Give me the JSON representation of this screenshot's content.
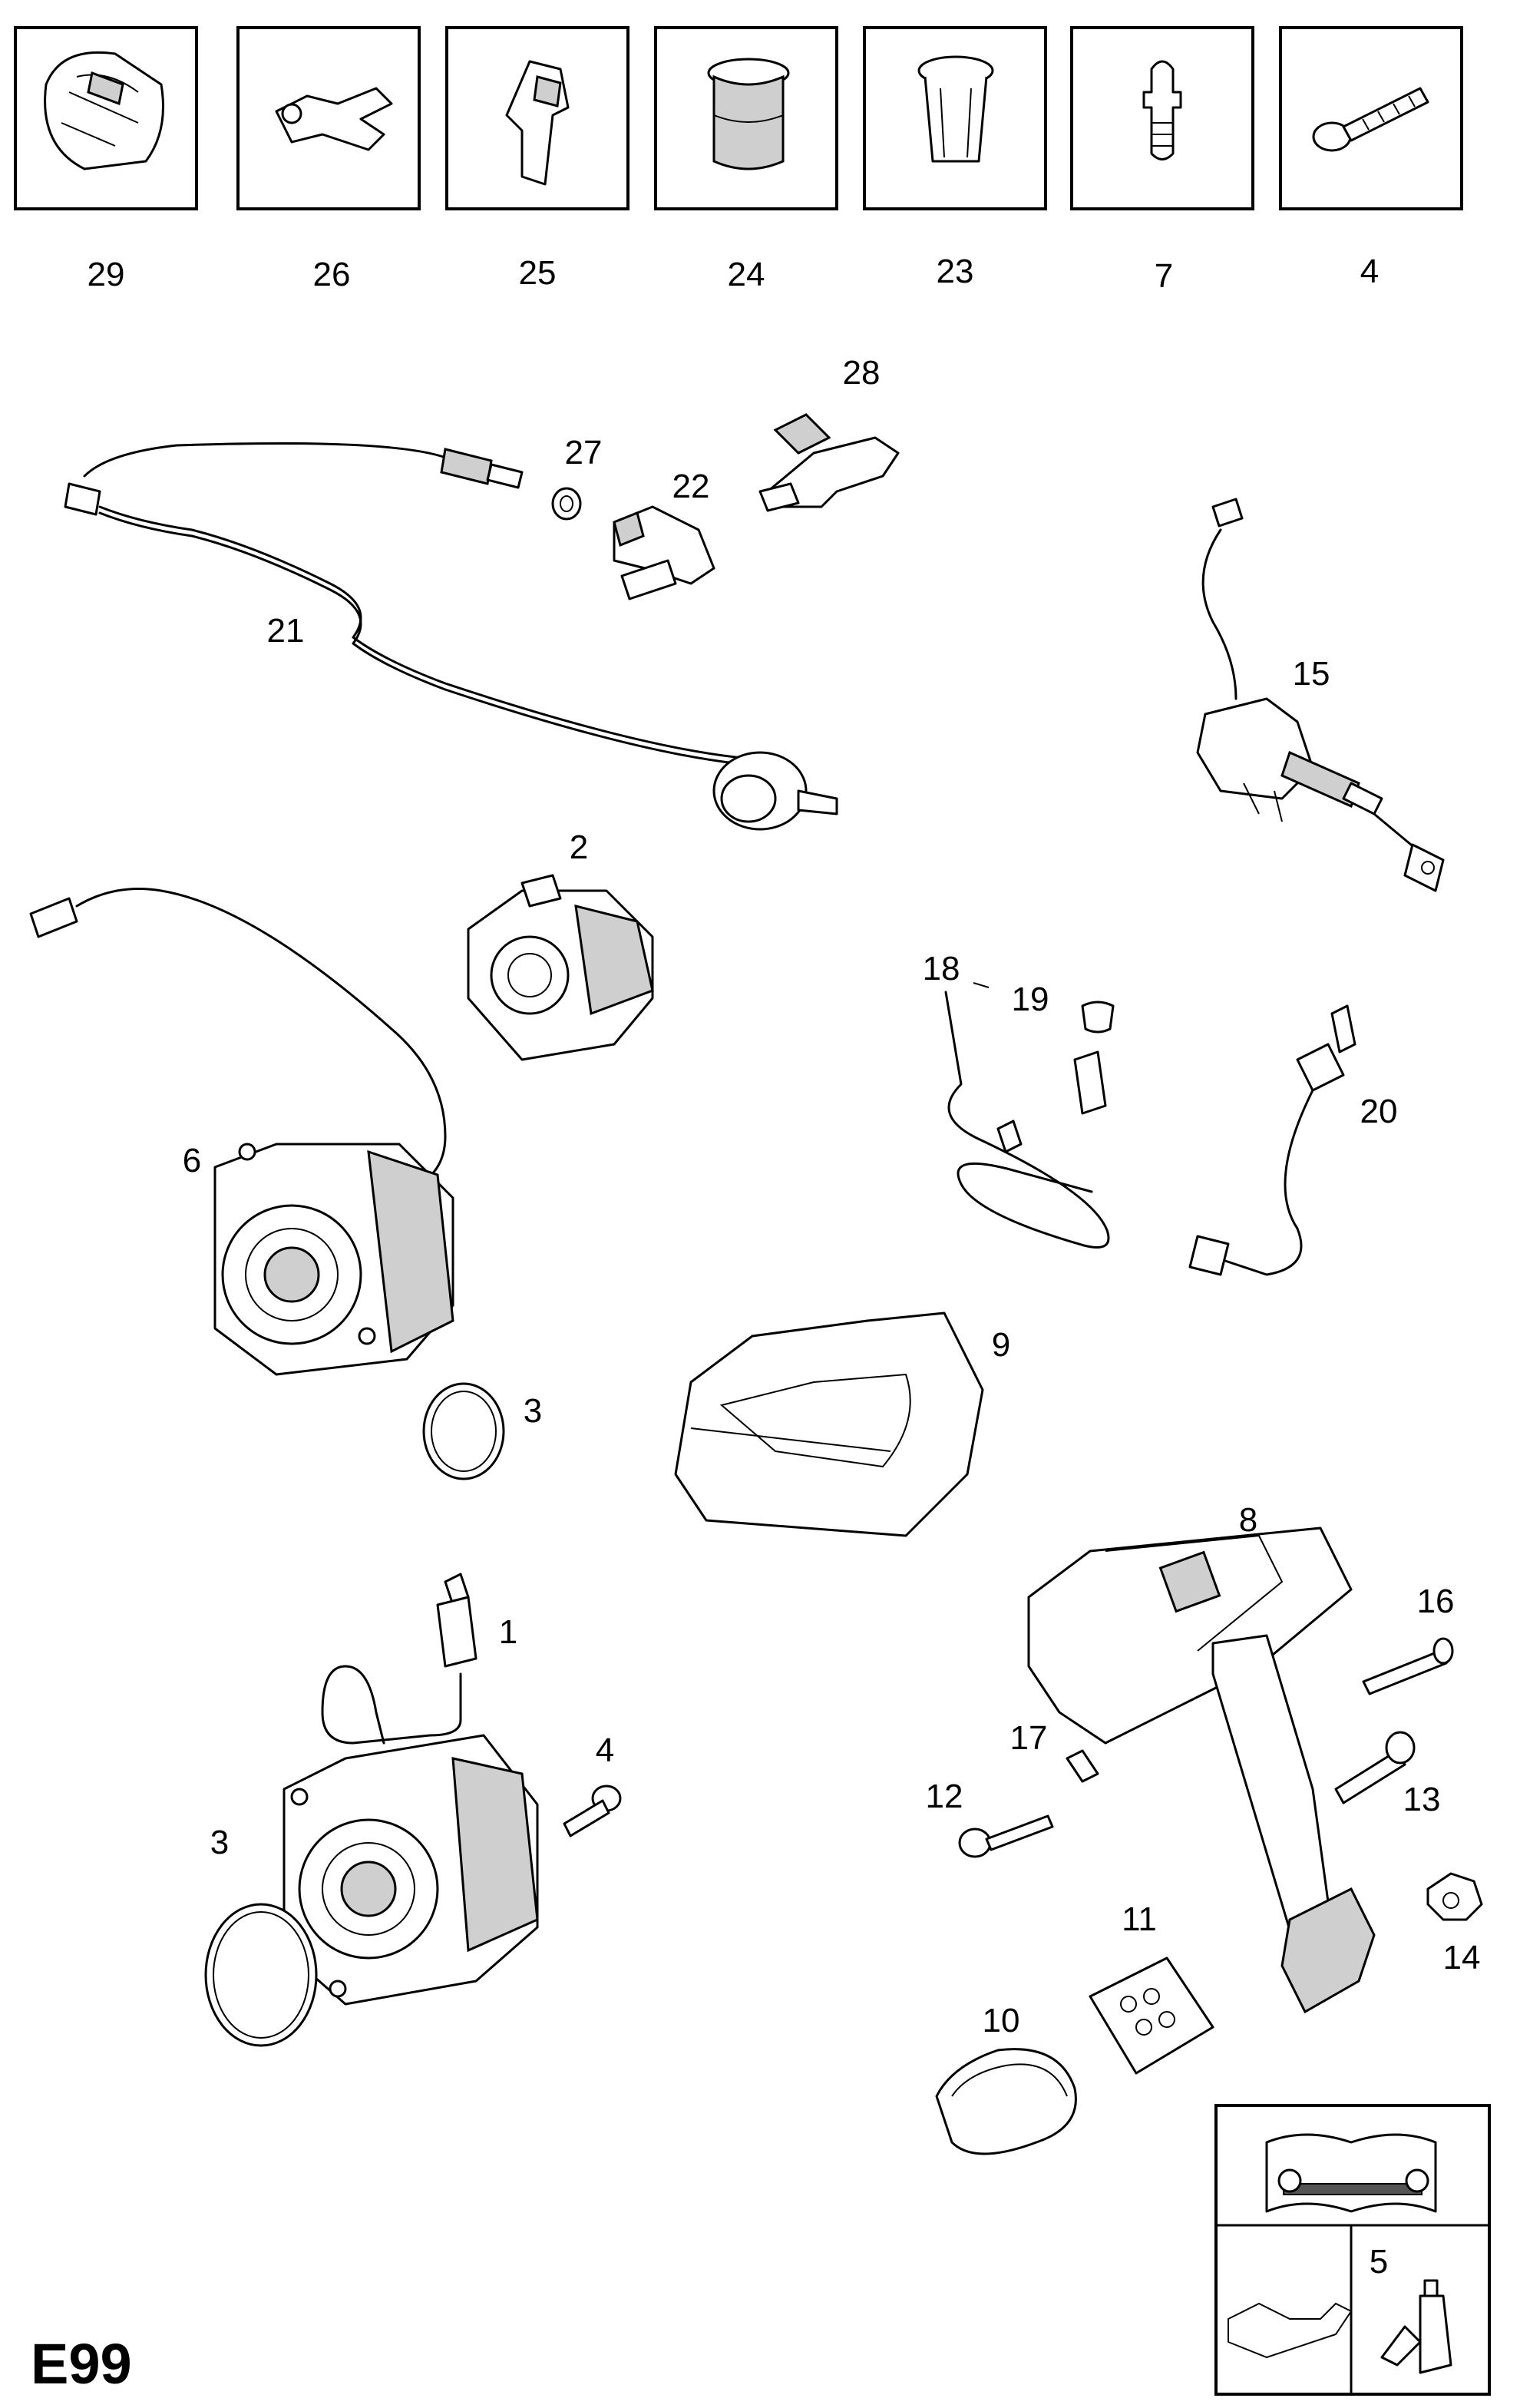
{
  "diagram_code": "E99",
  "top_row": [
    {
      "label": "29",
      "icon": "clip-icon"
    },
    {
      "label": "26",
      "icon": "connector-icon"
    },
    {
      "label": "25",
      "icon": "bracket-icon"
    },
    {
      "label": "24",
      "icon": "sleeve-icon"
    },
    {
      "label": "23",
      "icon": "bush-icon"
    },
    {
      "label": "7",
      "icon": "bleed-valve-icon"
    },
    {
      "label": "4",
      "icon": "bolt-icon"
    }
  ],
  "callouts": {
    "p1": "1",
    "p2": "2",
    "p3a": "3",
    "p3b": "3",
    "p4": "4",
    "p5": "5",
    "p6": "6",
    "p8": "8",
    "p9": "9",
    "p10": "10",
    "p11": "11",
    "p12": "12",
    "p13": "13",
    "p14": "14",
    "p15": "15",
    "p16": "16",
    "p17": "17",
    "p18": "18",
    "p19": "19",
    "p20": "20",
    "p21": "21",
    "p22": "22",
    "p27": "27",
    "p28": "28"
  },
  "legend": {
    "top_icon": "manual-book-wrench-icon",
    "bottom_left_icon": "oil-can-icon",
    "bottom_right_icon": "grease-tube-icon"
  }
}
